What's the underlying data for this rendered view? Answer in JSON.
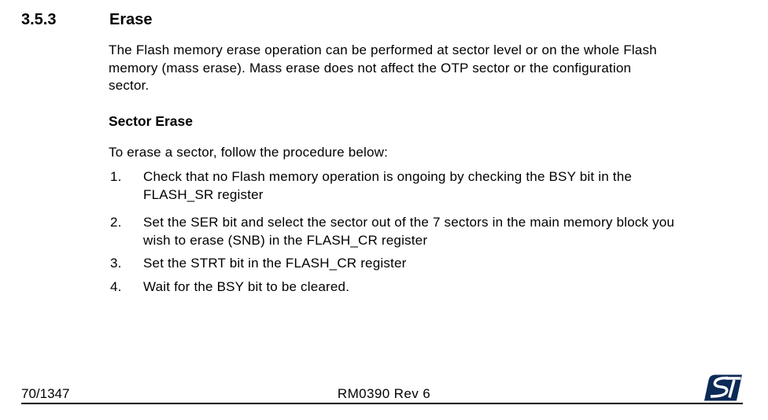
{
  "page": {
    "section_number": "3.5.3",
    "section_title": "Erase",
    "intro": "The Flash memory erase operation can be performed at sector level or on the whole Flash\nmemory (mass erase). Mass erase does not affect the OTP sector or the configuration\nsector.",
    "subheading": "Sector Erase",
    "lead": "To erase a sector, follow the procedure below:",
    "steps": [
      {
        "num": "1.",
        "text": "Check that no Flash memory operation is ongoing by checking the BSY bit in the\nFLASH_SR register"
      },
      {
        "num": "2.",
        "text": "Set the SER bit and select the sector out of the 7 sectors in the main memory block you\nwish to erase (SNB) in the FLASH_CR register"
      },
      {
        "num": "3.",
        "text": "Set the STRT bit in the FLASH_CR register"
      },
      {
        "num": "4.",
        "text": "Wait for the BSY bit to be cleared."
      }
    ]
  },
  "footer": {
    "page_number": "70/1347",
    "doc_ref": "RM0390 Rev 6",
    "logo_name": "st-microelectronics-logo",
    "logo_color": "#0b2a56",
    "rule_color": "#000000"
  }
}
